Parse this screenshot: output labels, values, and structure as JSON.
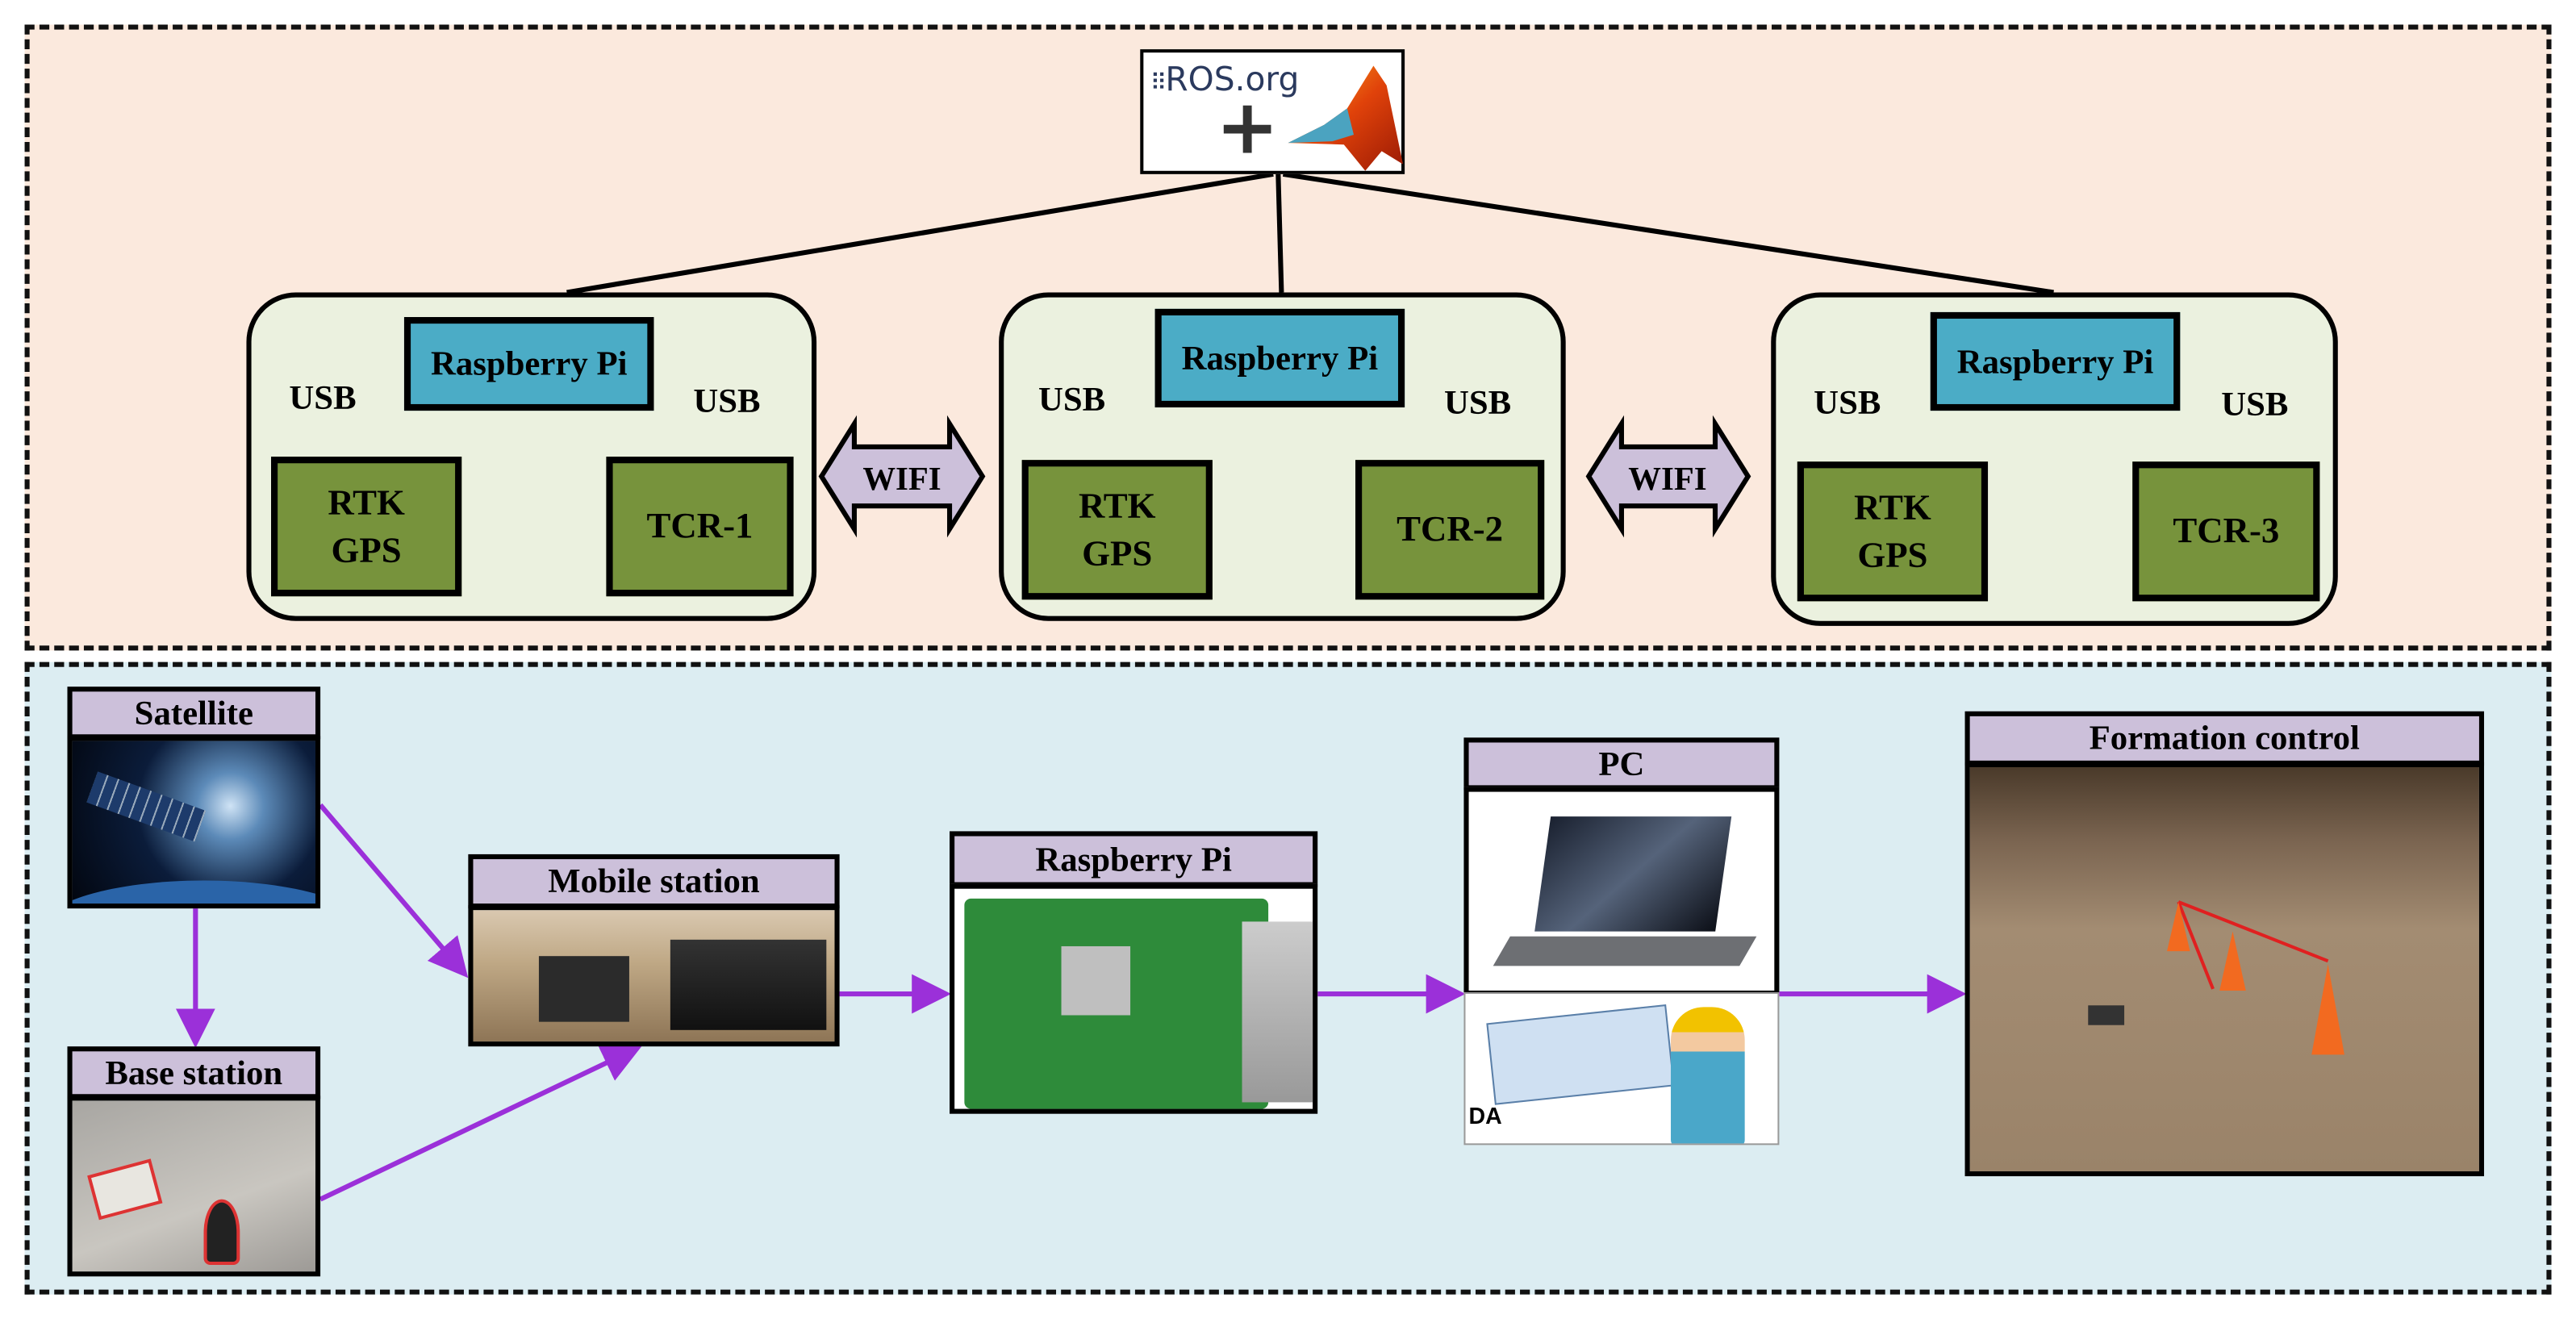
{
  "logo": {
    "ros_text": "ROS.org",
    "plus": "+",
    "matlab_icon": "matlab-membrane-logo"
  },
  "nodes": [
    {
      "rpi": "Raspberry Pi",
      "usb_left": "USB",
      "usb_right": "USB",
      "gps": "RTK GPS",
      "tcr": "TCR-1"
    },
    {
      "rpi": "Raspberry Pi",
      "usb_left": "USB",
      "usb_right": "USB",
      "gps": "RTK GPS",
      "tcr": "TCR-2"
    },
    {
      "rpi": "Raspberry Pi",
      "usb_left": "USB",
      "usb_right": "USB",
      "gps": "RTK GPS",
      "tcr": "TCR-3"
    }
  ],
  "wifi": [
    "WIFI",
    "WIFI"
  ],
  "bottom": {
    "satellite": "Satellite",
    "base_station": "Base station",
    "mobile_station": "Mobile station",
    "raspberry_pi": "Raspberry Pi",
    "pc": "PC",
    "formation_control": "Formation control",
    "pc_photo_text": "DA"
  },
  "colors": {
    "top_panel": "#fbe9dd",
    "bottom_panel": "#dcedf2",
    "node_fill": "#ebf1df",
    "rpi_fill": "#4bacc6",
    "module_fill": "#77933c",
    "label_fill": "#ccc0da",
    "arrow": "#9b30d9"
  }
}
